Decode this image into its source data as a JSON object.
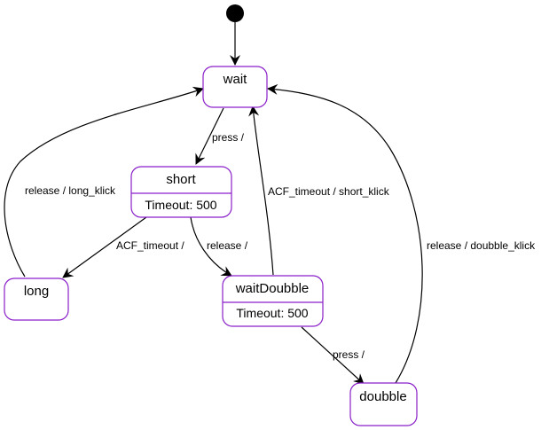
{
  "diagram": {
    "states": {
      "wait": {
        "title": "wait"
      },
      "short": {
        "title": "short",
        "activity": "Timeout: 500"
      },
      "long": {
        "title": "long"
      },
      "waitDoubble": {
        "title": "waitDoubble",
        "activity": "Timeout: 500"
      },
      "doubble": {
        "title": "doubble"
      }
    },
    "transitions": {
      "wait_to_short": "press /",
      "short_to_long": "ACF_timeout /",
      "short_to_waitDoubble": "release /",
      "long_to_wait": "release / long_klick",
      "waitDoubble_to_wait": "ACF_timeout / short_klick",
      "waitDoubble_to_doubble": "press /",
      "doubble_to_wait": "release / doubble_klick"
    }
  }
}
